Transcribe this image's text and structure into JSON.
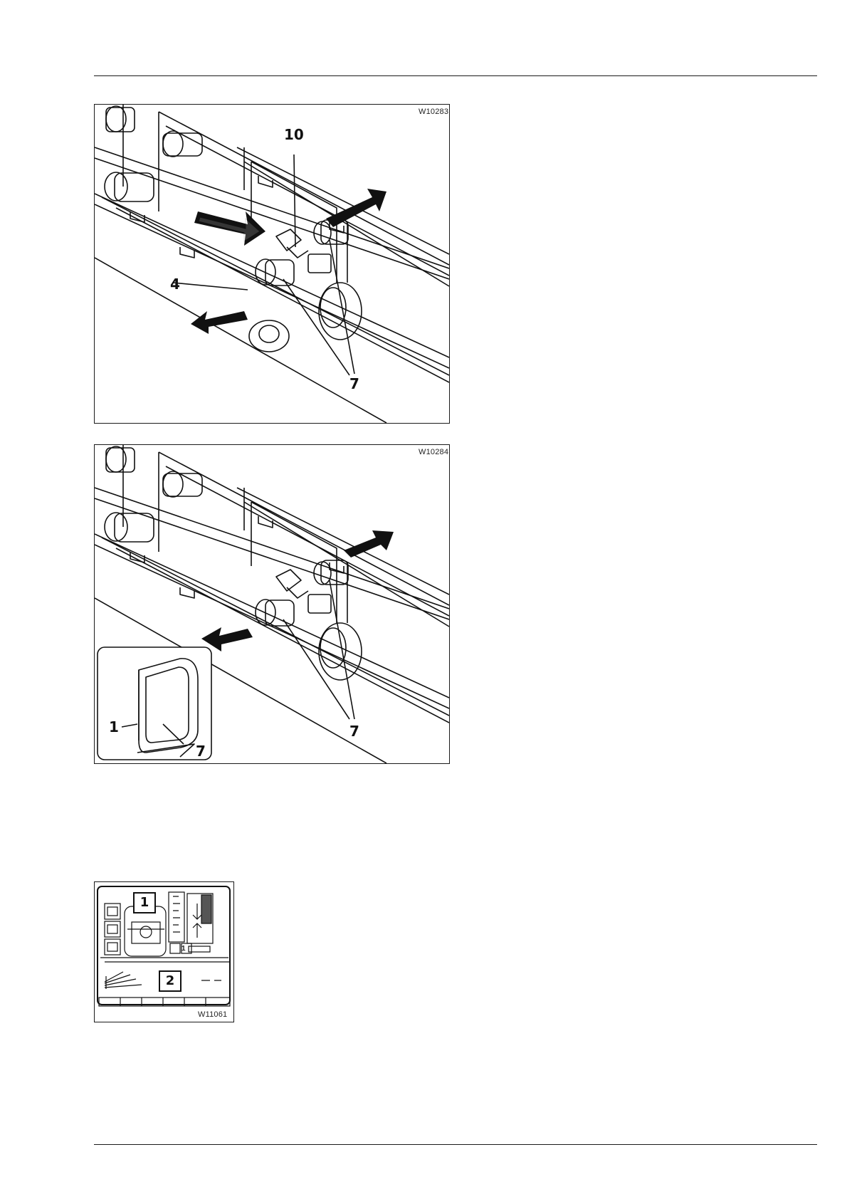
{
  "figures": [
    {
      "code": "W10283",
      "callouts": {
        "c10": "10",
        "c4": "4",
        "c7": "7"
      }
    },
    {
      "code": "W10284",
      "callouts": {
        "c7": "7",
        "inset_1": "1",
        "inset_7": "7"
      }
    },
    {
      "code": "W11061",
      "callouts": {
        "n1": "1",
        "n2": "2"
      },
      "display": {
        "flag": "1"
      }
    }
  ]
}
